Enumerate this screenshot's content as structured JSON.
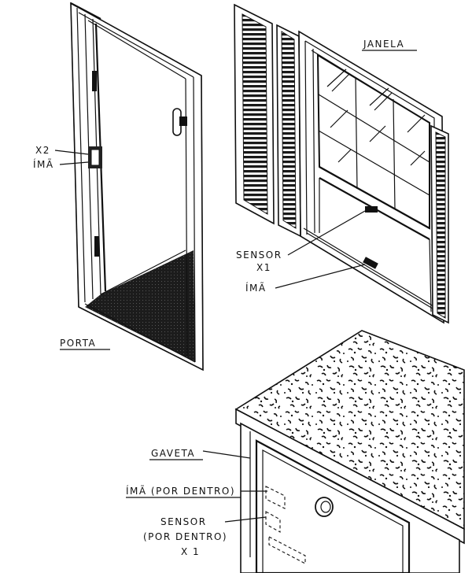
{
  "labels": {
    "porta": "PORTA",
    "x2": "X2",
    "ima_porta": "ÍMÃ",
    "janela": "JANELA",
    "sensor_janela": "SENSOR",
    "x1_janela": "X1",
    "ima_janela": "ÍMÃ",
    "gaveta": "GAVETA",
    "ima_gaveta": "ÍMÃ (POR DENTRO)",
    "sensor_gaveta": "SENSOR",
    "por_dentro_gaveta": "(POR DENTRO)",
    "x1_gaveta": "X 1"
  },
  "colors": {
    "ink": "#111111",
    "paper": "#ffffff"
  }
}
